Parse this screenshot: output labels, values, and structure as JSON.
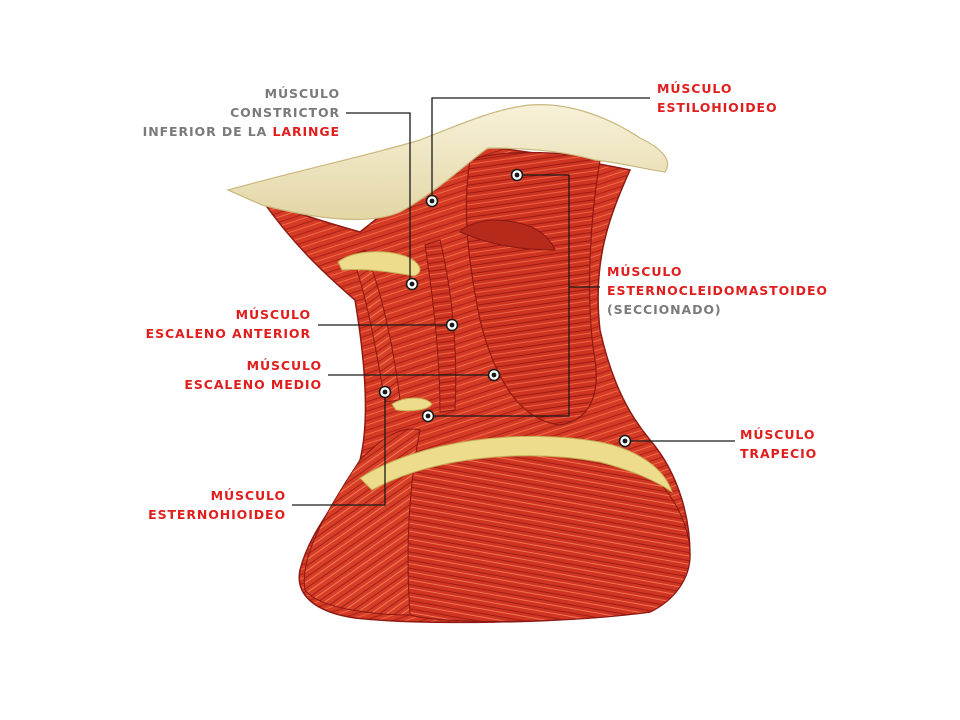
{
  "colors": {
    "label_red": "#e01e1e",
    "label_gray": "#7a7a7a",
    "leader_line": "#1a1a1a",
    "muscle": "#d23a24",
    "muscle_dark": "#a8211a",
    "tendon": "#e9d98a",
    "skin": "#f3ecd0"
  },
  "labels": {
    "constrictor": {
      "line1": "MÚSCULO",
      "line2": "CONSTRICTOR",
      "line3_prefix": "INFERIOR DE LA",
      "line3_accent": "LARINGE"
    },
    "estilohioideo": {
      "line1": "MÚSCULO",
      "line2": "ESTILOHIOIDEO"
    },
    "esternocleidomastoideo": {
      "line1": "MÚSCULO",
      "line2": "ESTERNOCLEIDOMASTOIDEO",
      "line3": "(SECCIONADO)"
    },
    "escaleno_anterior": {
      "line1": "MÚSCULO",
      "line2": "ESCALENO ANTERIOR"
    },
    "escaleno_medio": {
      "line1": "MÚSCULO",
      "line2": "ESCALENO MEDIO"
    },
    "trapecio": {
      "line1": "MÚSCULO",
      "line2": "TRAPECIO"
    },
    "esternohioideo": {
      "line1": "MÚSCULO",
      "line2": "ESTERNOHIOIDEO"
    }
  }
}
